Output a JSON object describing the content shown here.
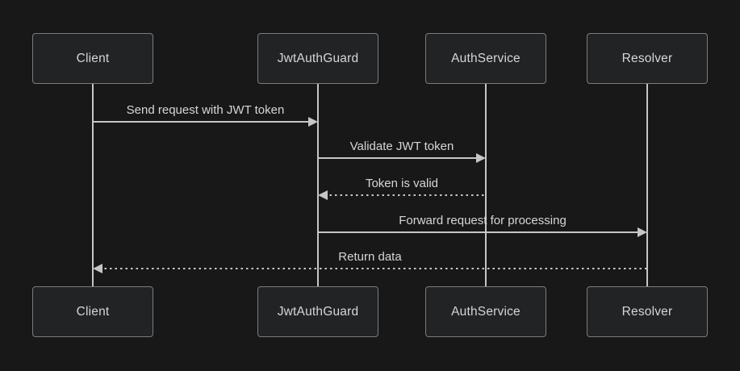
{
  "diagram": {
    "type": "sequence",
    "actors": [
      {
        "name": "Client"
      },
      {
        "name": "JwtAuthGuard"
      },
      {
        "name": "AuthService"
      },
      {
        "name": "Resolver"
      }
    ],
    "messages": [
      {
        "from": "Client",
        "to": "JwtAuthGuard",
        "label": "Send request with JWT token",
        "style": "solid",
        "direction": "right"
      },
      {
        "from": "JwtAuthGuard",
        "to": "AuthService",
        "label": "Validate JWT token",
        "style": "solid",
        "direction": "right"
      },
      {
        "from": "AuthService",
        "to": "JwtAuthGuard",
        "label": "Token is valid",
        "style": "dotted",
        "direction": "left"
      },
      {
        "from": "JwtAuthGuard",
        "to": "Resolver",
        "label": "Forward request for processing",
        "style": "solid",
        "direction": "right"
      },
      {
        "from": "Resolver",
        "to": "Client",
        "label": "Return data",
        "style": "dotted",
        "direction": "left"
      }
    ],
    "colors": {
      "background": "#181818",
      "actor_fill": "#222324",
      "actor_border": "#7c7c7c",
      "line": "#c6c6c6",
      "text": "#d6d6d6"
    }
  }
}
